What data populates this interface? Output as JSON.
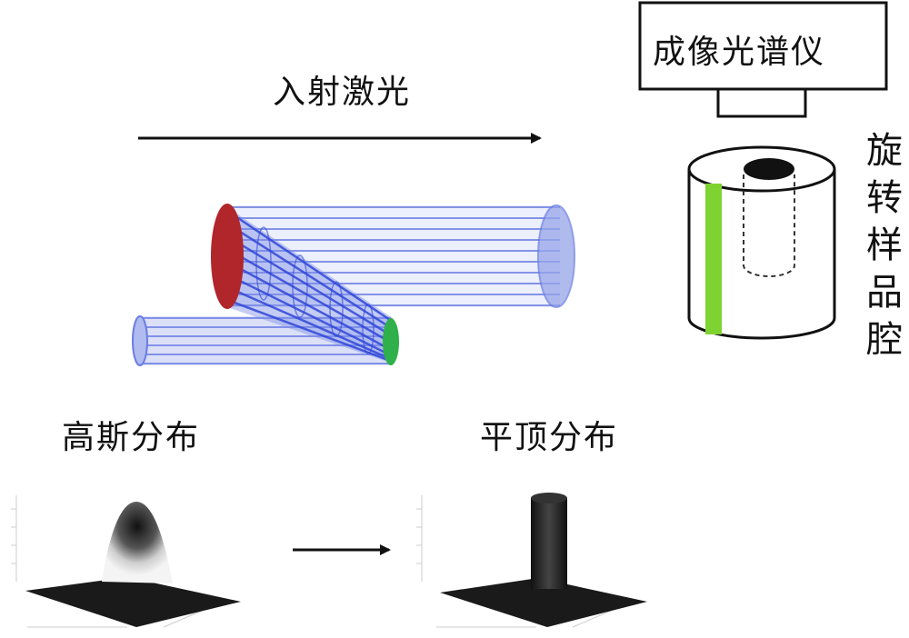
{
  "labels": {
    "incident_laser": "入射激光",
    "imaging_spectrometer": "成像光谱仪",
    "rotating_sample_cavity": [
      "旋",
      "转",
      "样",
      "品",
      "腔"
    ],
    "gaussian_distribution": "高斯分布",
    "flattop_distribution": "平顶分布"
  },
  "colors": {
    "line": "#111111",
    "beam_blue": "#5a6fe0",
    "beam_fill": "#b9c3f2",
    "input_face": "#b0262b",
    "output_face": "#2fb04a",
    "sample_stripe": "#7fd331",
    "profile_dark": "#1a1a1a"
  },
  "icons": {
    "incident_arrow": "right-arrow-icon",
    "transform_arrow": "right-arrow-icon",
    "beam_shaper": "cylinder-lens-icon",
    "sample_cavity": "cylinder-icon",
    "spectrometer": "box-icon"
  }
}
